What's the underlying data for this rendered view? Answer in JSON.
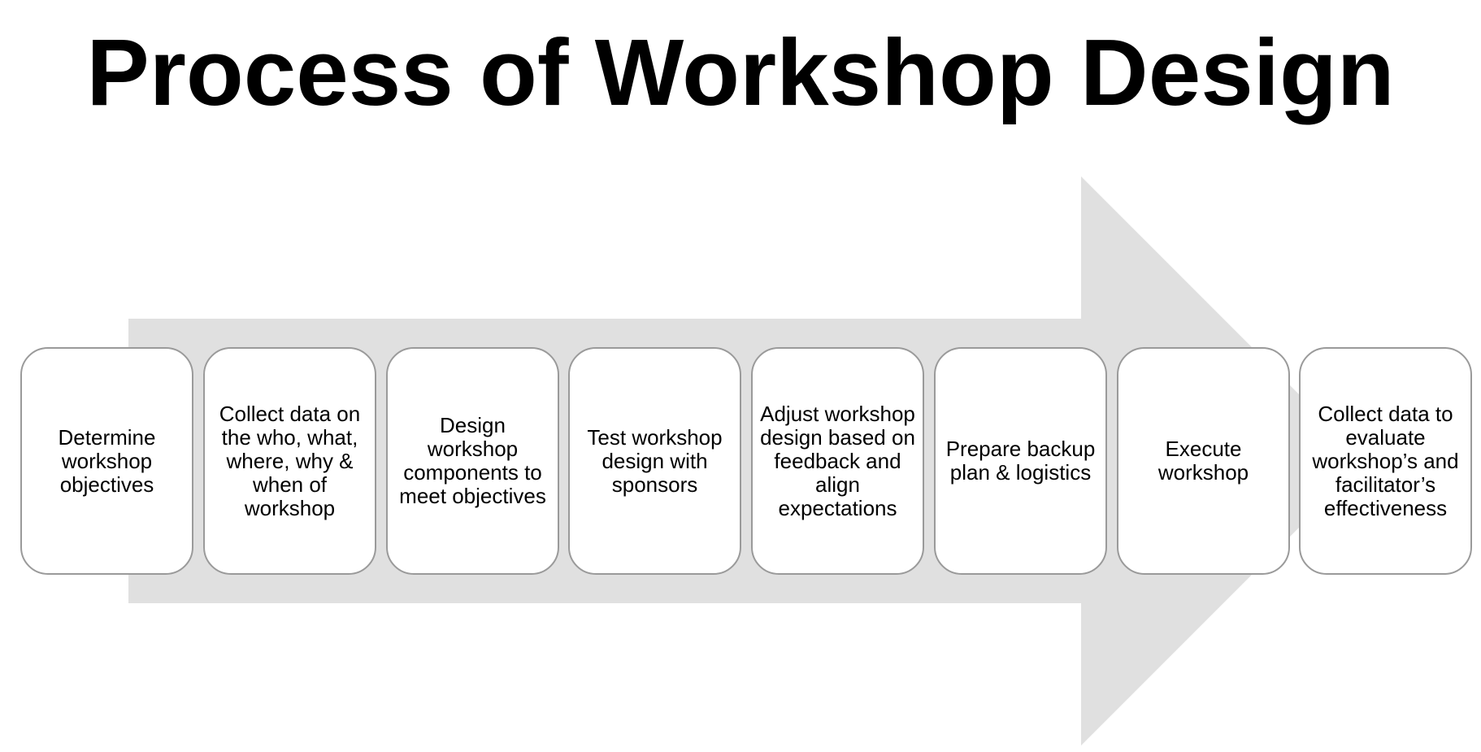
{
  "title": "Process of Workshop Design",
  "colors": {
    "arrow": "#e0e0e0",
    "box_border": "#9a9a9a",
    "box_fill": "#ffffff",
    "text": "#000000"
  },
  "steps": [
    {
      "text": "Determine workshop objectives"
    },
    {
      "text": "Collect data on the who, what, where, why & when of workshop"
    },
    {
      "text": "Design workshop components to meet objectives"
    },
    {
      "text": "Test workshop design with sponsors"
    },
    {
      "text": "Adjust workshop design based on feedback and align expectations"
    },
    {
      "text": "Prepare backup plan & logistics"
    },
    {
      "text": "Execute workshop"
    },
    {
      "text": "Collect data to evaluate workshop’s and facilitator’s effectiveness"
    }
  ]
}
